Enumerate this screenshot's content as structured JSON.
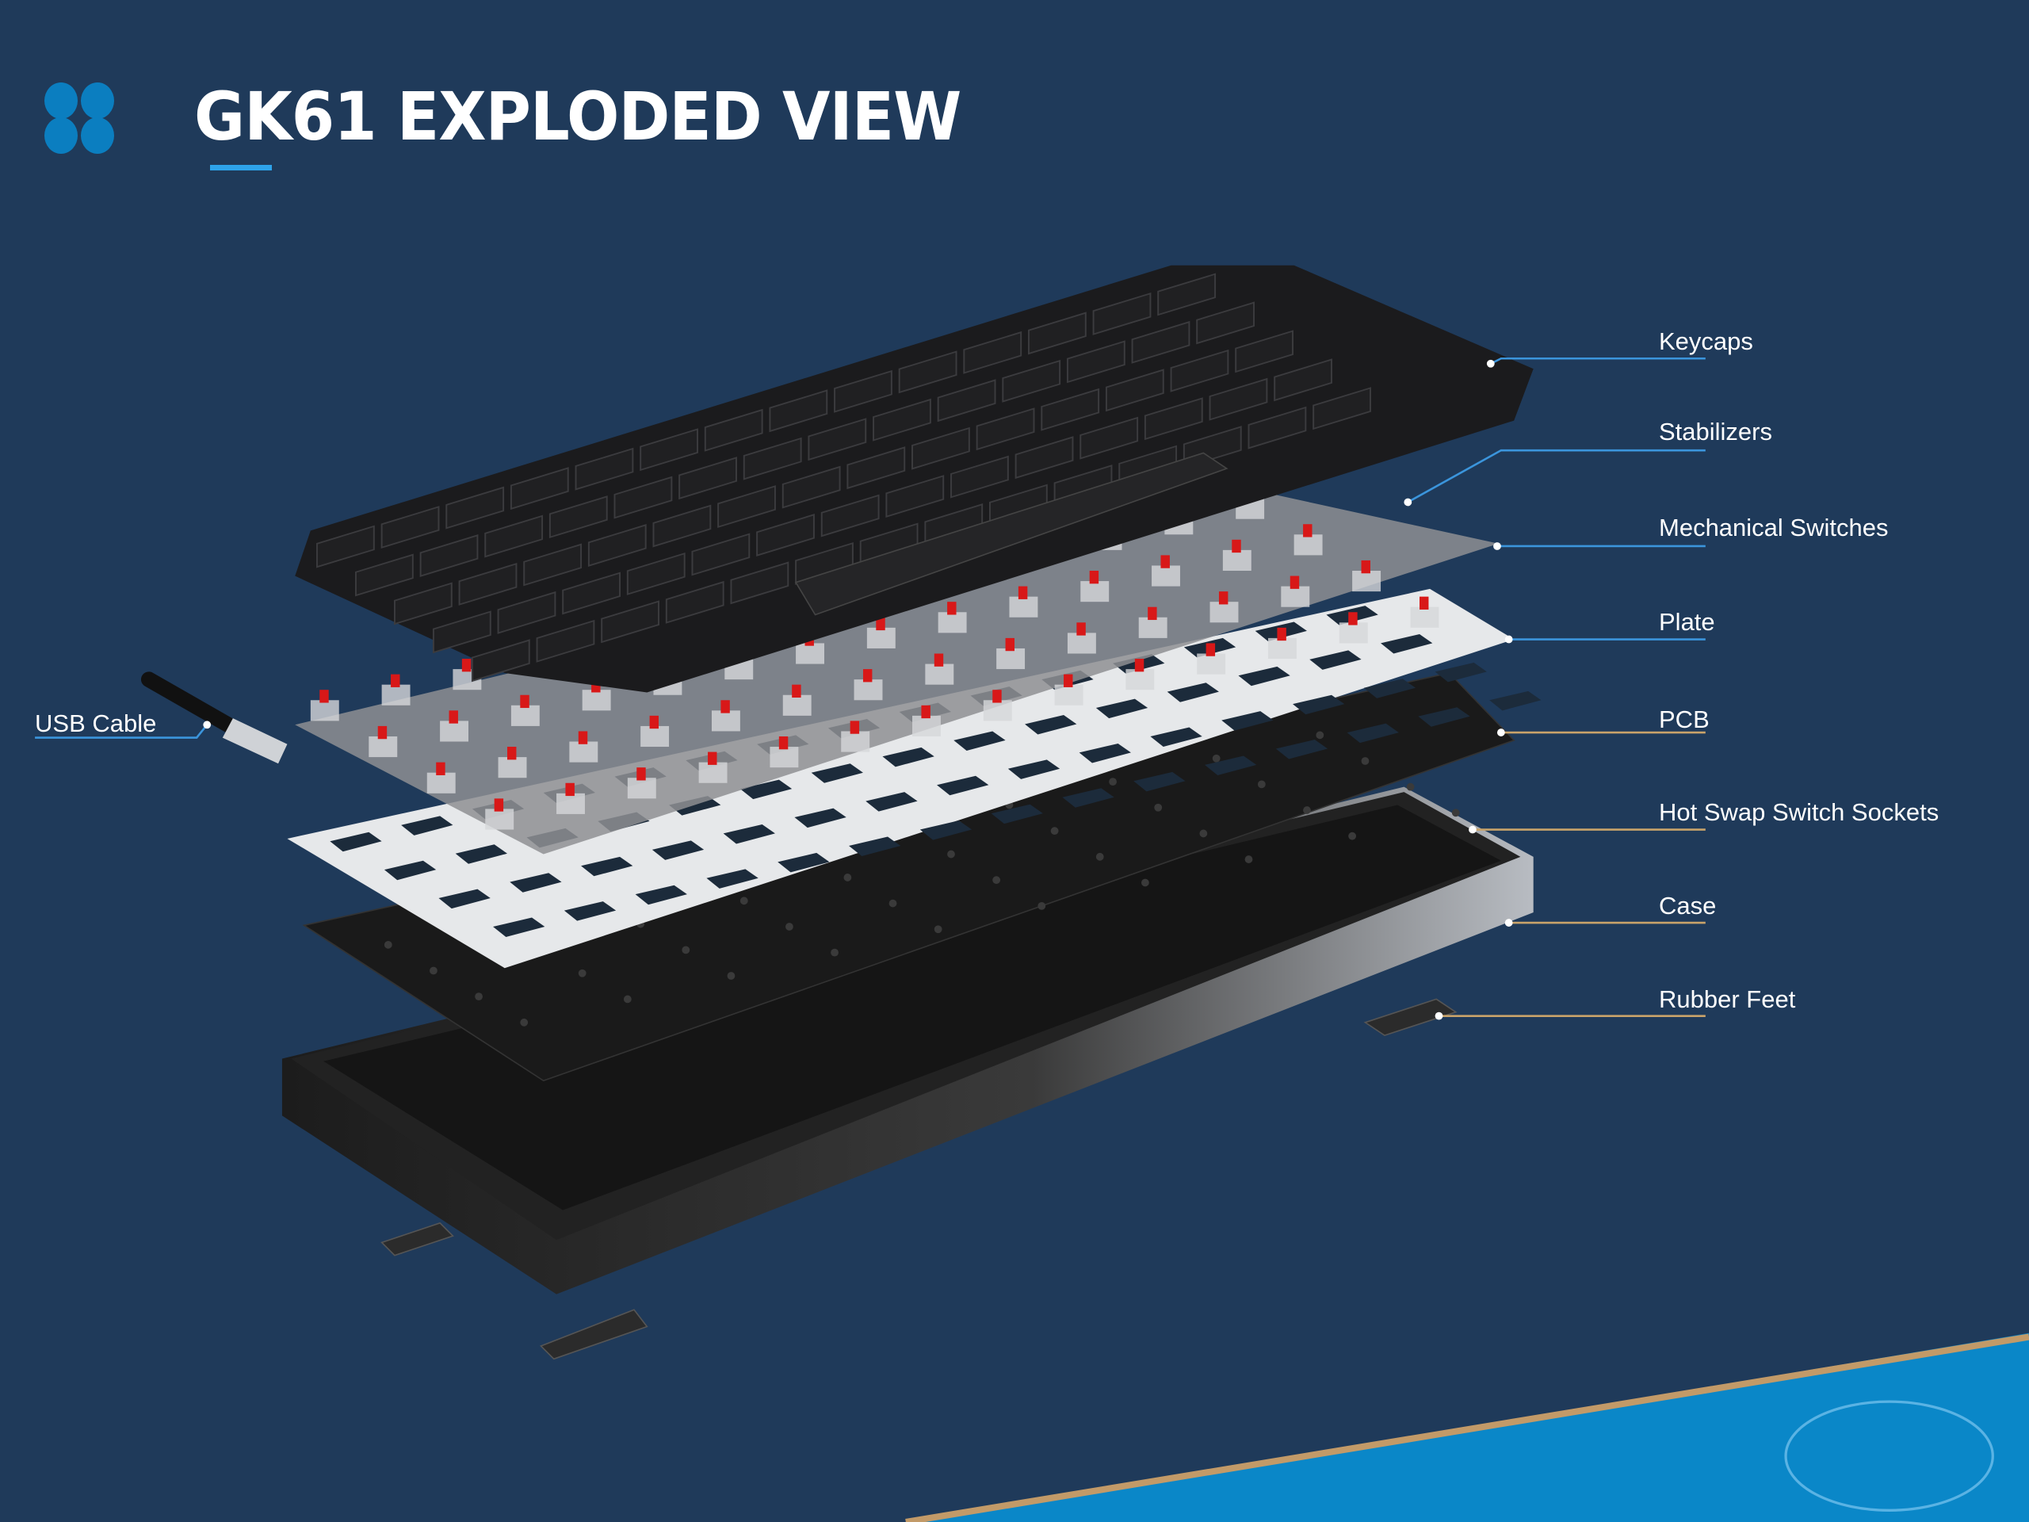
{
  "header": {
    "title": "GK61 EXPLODED VIEW",
    "icon": "four-dots-grid-icon",
    "accent_color": "#2ea3ea"
  },
  "labels": {
    "keycaps": "Keycaps",
    "stabilizers": "Stabilizers",
    "mechanical_switches": "Mechanical Switches",
    "plate": "Plate",
    "pcb": "PCB",
    "hot_swap_switch_sockets": "Hot Swap Switch Sockets",
    "case": "Case",
    "rubber_feet": "Rubber Feet",
    "usb_cable": "USB Cable"
  },
  "colors": {
    "background": "#1f3a5a",
    "leader_blue": "#3b95dc",
    "leader_tan": "#c9a36a",
    "switch_stem": "#d81818",
    "corner_band": "#0a87c8"
  }
}
